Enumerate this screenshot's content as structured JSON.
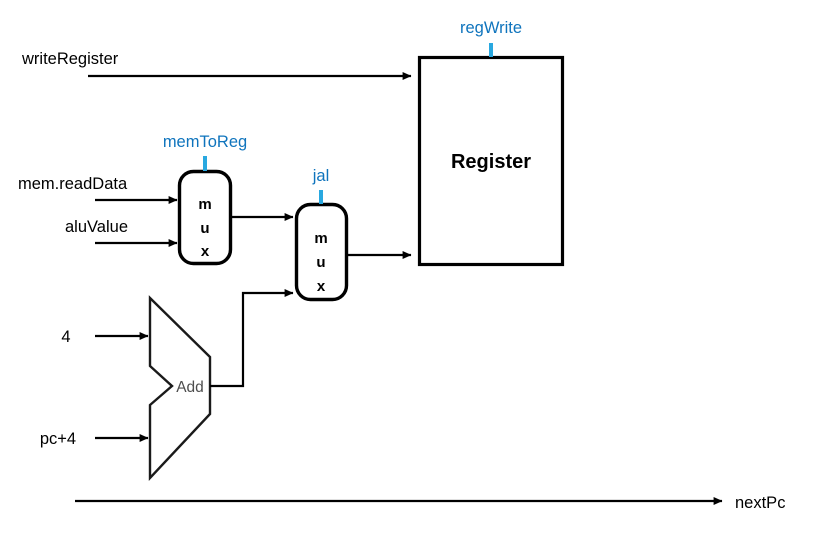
{
  "diagram": {
    "title": "RISC-V writeback / next-PC datapath fragment",
    "background_color": "#ffffff",
    "wire_color": "#000000",
    "control_text_color": "#0f74bd",
    "control_tick_color": "#29a8e0",
    "alu_label_color": "#4d4d4d"
  },
  "inputs": [
    {
      "name": "write-register-input",
      "label": "writeRegister"
    },
    {
      "name": "mem-read-data-input",
      "label": "mem.readData"
    },
    {
      "name": "alu-value-input",
      "label": "aluValue"
    },
    {
      "name": "four-constant-input",
      "label": "4"
    },
    {
      "name": "pc-plus-four-input",
      "label": "pc+4"
    }
  ],
  "outputs": [
    {
      "name": "next-pc-output",
      "label": "nextPc"
    }
  ],
  "blocks": [
    {
      "name": "register-block",
      "label": "Register",
      "shape": "rectangle"
    },
    {
      "name": "add-unit",
      "label": "Add",
      "shape": "alu"
    }
  ],
  "muxes": [
    {
      "name": "mem-to-reg-mux",
      "label_lines": [
        "m",
        "u",
        "x"
      ],
      "label": "mux",
      "control": "memToReg"
    },
    {
      "name": "jal-mux",
      "label_lines": [
        "m",
        "u",
        "x"
      ],
      "label": "mux",
      "control": "jal"
    }
  ],
  "control_signals": [
    {
      "name": "mem-to-reg-control",
      "label": "memToReg"
    },
    {
      "name": "jal-control",
      "label": "jal"
    },
    {
      "name": "reg-write-control",
      "label": "regWrite"
    }
  ],
  "labels": {
    "write_register": "writeRegister",
    "mem_read_data": "mem.readData",
    "alu_value": "aluValue",
    "four": "4",
    "pc_plus_four": "pc+4",
    "next_pc": "nextPc",
    "register": "Register",
    "add": "Add",
    "mem_to_reg": "memToReg",
    "jal": "jal",
    "reg_write": "regWrite",
    "mux_m": "m",
    "mux_u": "u",
    "mux_x": "x"
  }
}
